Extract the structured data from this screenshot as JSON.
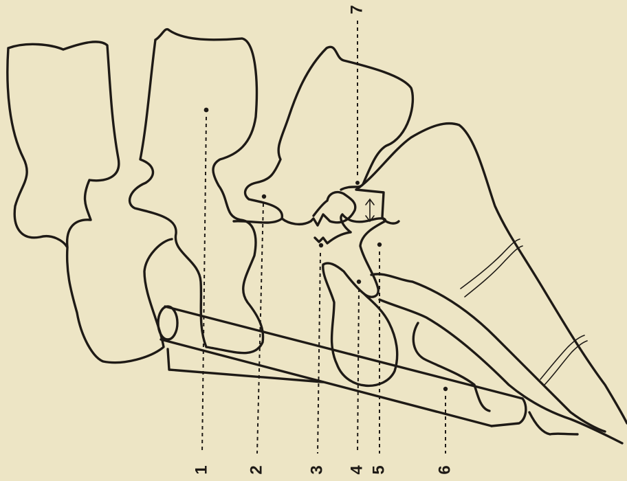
{
  "labels": {
    "l1": "1",
    "l2": "2",
    "l3": "3",
    "l4": "4",
    "l5": "5",
    "l6": "6",
    "l7": "7"
  },
  "colors": {
    "background": "#ede5c5",
    "ink": "#1e1a16"
  }
}
